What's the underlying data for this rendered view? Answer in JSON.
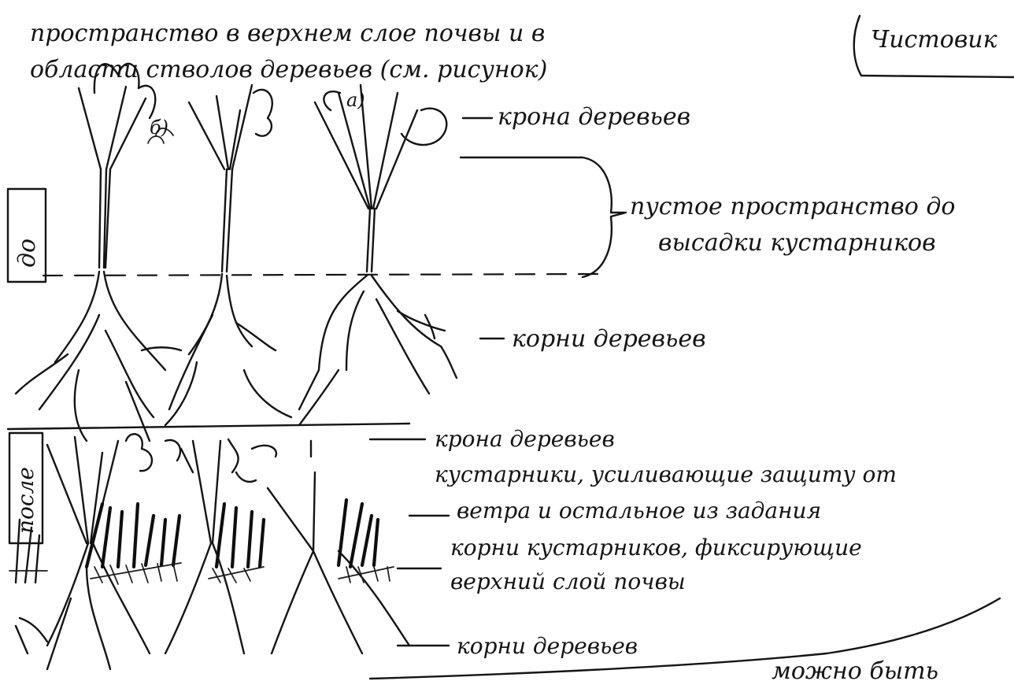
{
  "header": {
    "line1": "пространство в верхнем слое почвы и в",
    "line2": "области стволов деревьев (см. рисунок)",
    "draft_label": "Чистовик"
  },
  "panel_before": {
    "side_label": "до",
    "sub_label": "а)",
    "sub_label_b": "б)",
    "crown_label": "крона деревьев",
    "gap_label_line1": "пустое пространство до",
    "gap_label_line2": "высадки кустарников",
    "roots_label": "корни деревьев"
  },
  "panel_after": {
    "side_label": "после",
    "crown_label_line1": "крона деревьев",
    "shrubs_label_line1": "кустарники, усиливающие защиту от",
    "shrubs_label_line2": "ветра и остальное из задания",
    "shrub_roots_line1": "корни кустарников, фиксирующие",
    "shrub_roots_line2": "верхний слой почвы",
    "tree_roots_label": "корни деревьев"
  },
  "footer": {
    "fragment": "можно быть"
  }
}
